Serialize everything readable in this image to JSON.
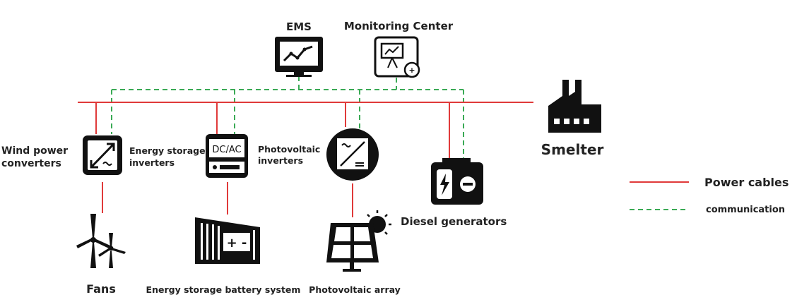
{
  "labels": {
    "ems": "EMS",
    "monitoring_center": "Monitoring Center",
    "smelter": "Smelter",
    "wind_power_converters_1": "Wind power",
    "wind_power_converters_2": "converters",
    "energy_storage_inverters_1": "Energy storage",
    "energy_storage_inverters_2": "inverters",
    "photovoltaic_inverters_1": "Photovoltaic",
    "photovoltaic_inverters_2": "inverters",
    "diesel_generators": "Diesel generators",
    "fans": "Fans",
    "energy_storage_battery_system": "Energy storage battery system",
    "photovoltaic_array": "Photovoltaic array",
    "dcac": "DC/AC"
  },
  "legend": {
    "power_cables": "Power cables",
    "communication": "communication"
  },
  "colors": {
    "power_cable": "#e03a3a",
    "communication": "#3aaa55",
    "icon": "#111111"
  },
  "icons": [
    "ems-monitor-icon",
    "monitoring-center-icon",
    "factory-icon",
    "wind-converter-icon",
    "energy-storage-inverter-icon",
    "pv-inverter-icon",
    "diesel-generator-icon",
    "wind-turbine-icon",
    "battery-container-icon",
    "solar-panel-icon"
  ]
}
